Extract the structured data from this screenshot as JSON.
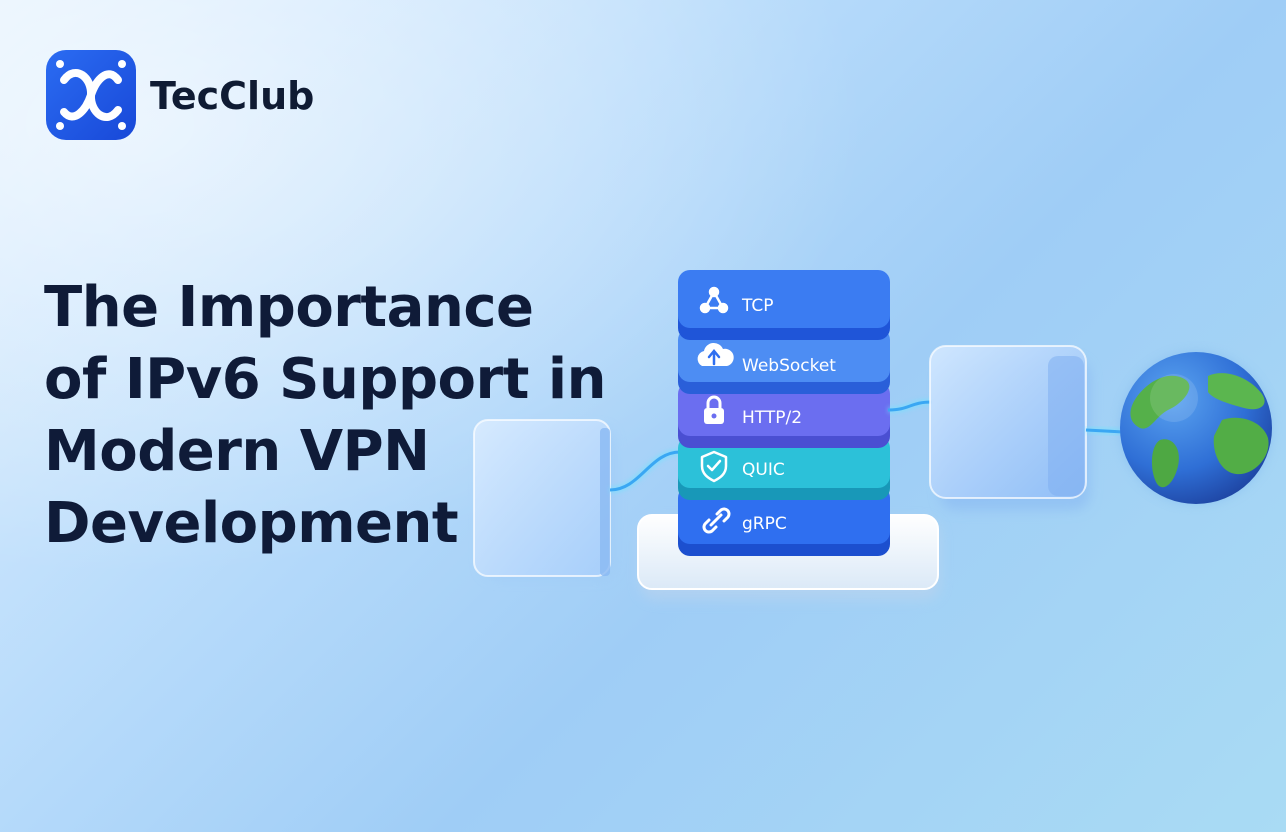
{
  "brand": {
    "name": "TecClub",
    "logo_icon": "tecclub-logo-icon",
    "color": "#1f5be8"
  },
  "headline": {
    "lines": [
      "The Importance",
      "of IPv6 Support in",
      "Modern VPN",
      "Development"
    ]
  },
  "protocol_stack": [
    {
      "label": "TCP",
      "icon": "network-nodes-icon",
      "color": "#2f6df0"
    },
    {
      "label": "WebSocket",
      "icon": "cloud-upload-icon",
      "color": "#3b7ef2"
    },
    {
      "label": "HTTP/2",
      "icon": "lock-icon",
      "color": "#6b6ef0"
    },
    {
      "label": "QUIC",
      "icon": "shield-check-icon",
      "color": "#27bcd6"
    },
    {
      "label": "gRPC",
      "icon": "link-icon",
      "color": "#2f6ff0"
    }
  ],
  "globe": {
    "icon": "globe-icon"
  }
}
